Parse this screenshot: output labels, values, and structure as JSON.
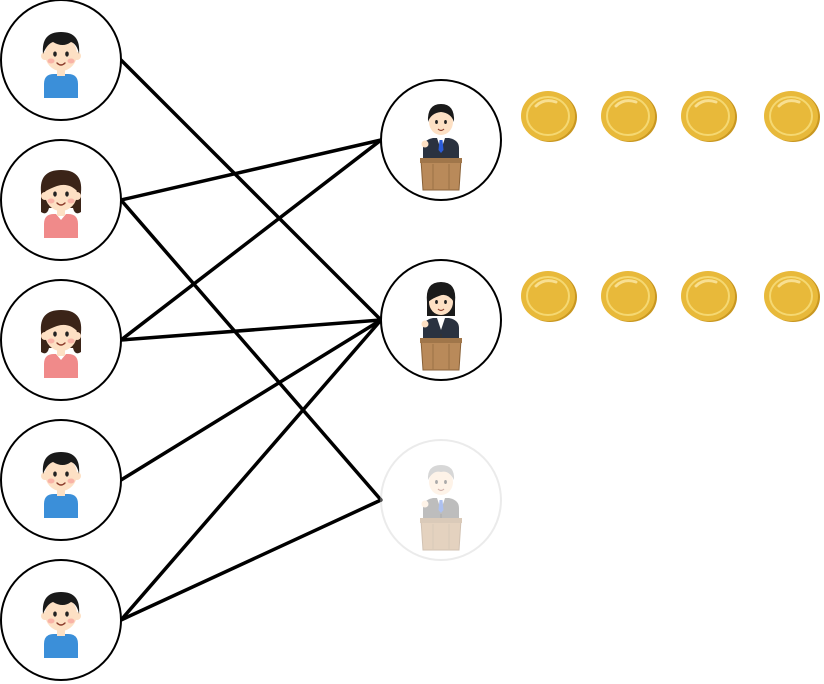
{
  "diagram": {
    "voters": [
      {
        "id": "v1",
        "icon": "boy-icon",
        "gender": "male"
      },
      {
        "id": "v2",
        "icon": "girl-icon",
        "gender": "female"
      },
      {
        "id": "v3",
        "icon": "girl-icon",
        "gender": "female"
      },
      {
        "id": "v4",
        "icon": "boy-icon",
        "gender": "male"
      },
      {
        "id": "v5",
        "icon": "boy-icon",
        "gender": "male"
      }
    ],
    "candidates": [
      {
        "id": "c1",
        "icon": "male-speaker-at-podium-icon",
        "faded": false,
        "coins": 4
      },
      {
        "id": "c2",
        "icon": "female-speaker-at-podium-icon",
        "faded": false,
        "coins": 4
      },
      {
        "id": "c3",
        "icon": "elder-speaker-at-podium-icon",
        "faded": true,
        "coins": 0
      }
    ],
    "edges": [
      {
        "from": "v1",
        "to": "c2"
      },
      {
        "from": "v2",
        "to": "c1"
      },
      {
        "from": "v2",
        "to": "c3"
      },
      {
        "from": "v3",
        "to": "c1"
      },
      {
        "from": "v3",
        "to": "c2"
      },
      {
        "from": "v4",
        "to": "c2"
      },
      {
        "from": "v5",
        "to": "c2"
      },
      {
        "from": "v5",
        "to": "c3"
      }
    ],
    "colors": {
      "line": "#000000",
      "circle_stroke": "#000000",
      "faded_stroke": "#cccccc",
      "coin": "#e8b93a",
      "coin_dark": "#c99720",
      "coin_light": "#f5d872",
      "boy_shirt": "#3b8fd9",
      "girl_shirt": "#f08a8a",
      "hair": "#1a1a1a",
      "girl_hair": "#3b2418",
      "skin": "#fde0c4",
      "cheek": "#f7a8a0",
      "podium": "#b98a5a",
      "suit": "#2a3240"
    }
  }
}
